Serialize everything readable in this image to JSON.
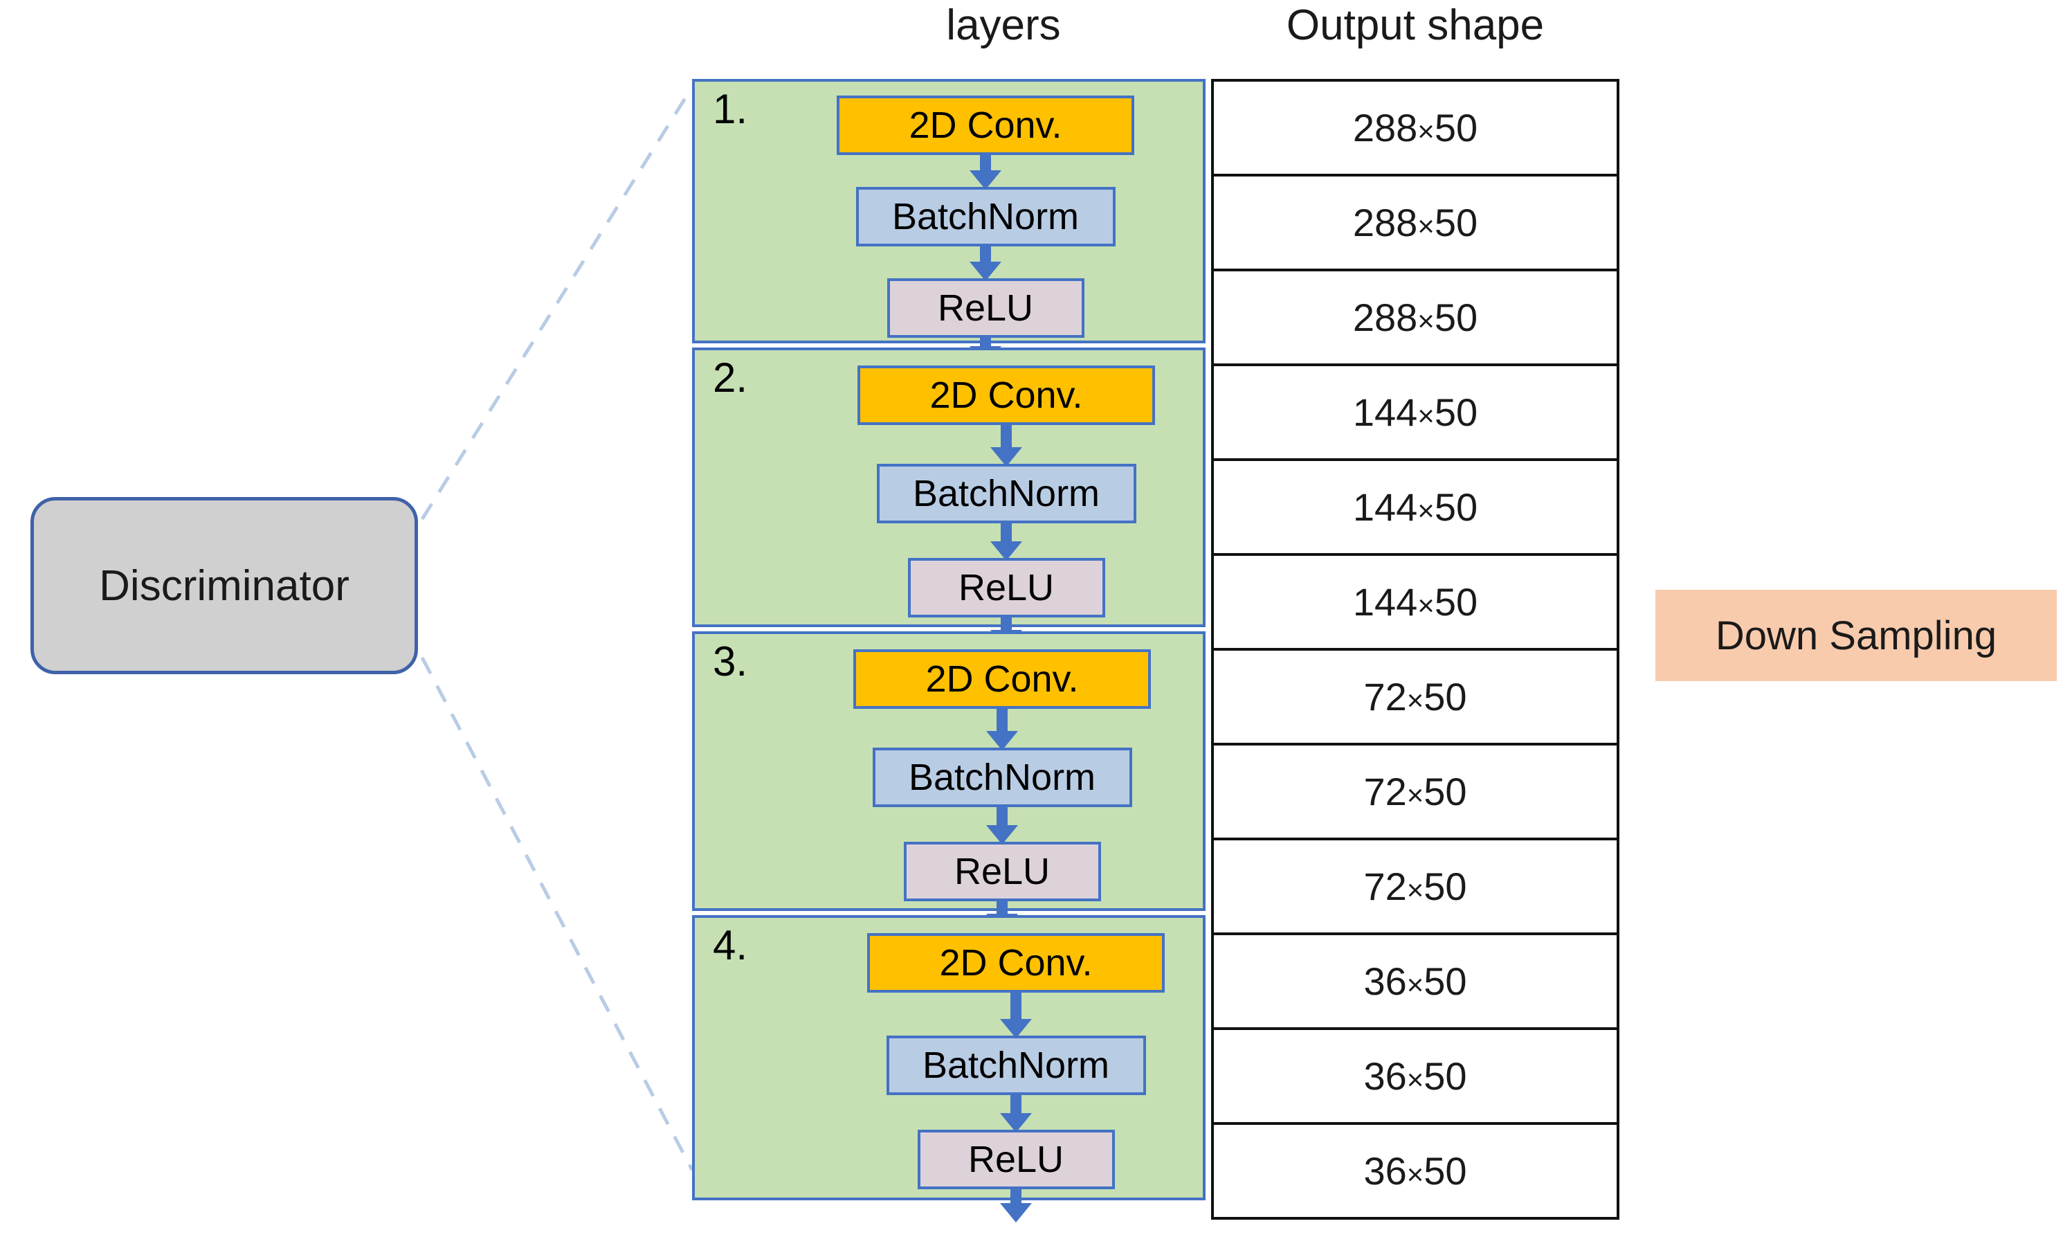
{
  "headers": {
    "layers": "layers",
    "output_shape": "Output shape"
  },
  "discriminator": {
    "label": "Discriminator",
    "fill_color": "#d0d0d0",
    "border_color": "#3f62a8"
  },
  "annotation": {
    "down_sampling": "Down Sampling",
    "fill_color": "#f8cbad"
  },
  "colors": {
    "block_fill": "#c6e0b4",
    "block_border": "#4472c4",
    "conv_fill": "#ffc000",
    "batchnorm_fill": "#b8cce4",
    "relu_fill": "#ddd2d9",
    "arrow": "#4472c4",
    "table_border": "#111111"
  },
  "blocks": [
    {
      "index": "1.",
      "nodes": [
        {
          "type": "conv",
          "label": "2D Conv."
        },
        {
          "type": "batchnorm",
          "label": "BatchNorm"
        },
        {
          "type": "relu",
          "label": "ReLU"
        }
      ]
    },
    {
      "index": "2.",
      "nodes": [
        {
          "type": "conv",
          "label": "2D Conv."
        },
        {
          "type": "batchnorm",
          "label": "BatchNorm"
        },
        {
          "type": "relu",
          "label": "ReLU"
        }
      ]
    },
    {
      "index": "3.",
      "nodes": [
        {
          "type": "conv",
          "label": "2D Conv."
        },
        {
          "type": "batchnorm",
          "label": "BatchNorm"
        },
        {
          "type": "relu",
          "label": "ReLU"
        }
      ]
    },
    {
      "index": "4.",
      "nodes": [
        {
          "type": "conv",
          "label": "2D Conv."
        },
        {
          "type": "batchnorm",
          "label": "BatchNorm"
        },
        {
          "type": "relu",
          "label": "ReLU"
        }
      ]
    }
  ],
  "output_shapes": [
    {
      "dim1": "288",
      "mult": "×",
      "dim2": "50"
    },
    {
      "dim1": "288",
      "mult": "×",
      "dim2": "50"
    },
    {
      "dim1": "288",
      "mult": "×",
      "dim2": "50"
    },
    {
      "dim1": "144",
      "mult": "×",
      "dim2": "50"
    },
    {
      "dim1": "144",
      "mult": "×",
      "dim2": "50"
    },
    {
      "dim1": "144",
      "mult": "×",
      "dim2": "50"
    },
    {
      "dim1": "72",
      "mult": "×",
      "dim2": "50"
    },
    {
      "dim1": "72",
      "mult": "×",
      "dim2": "50"
    },
    {
      "dim1": "72",
      "mult": "×",
      "dim2": "50"
    },
    {
      "dim1": "36",
      "mult": "×",
      "dim2": "50"
    },
    {
      "dim1": "36",
      "mult": "×",
      "dim2": "50"
    },
    {
      "dim1": "36",
      "mult": "×",
      "dim2": "50"
    }
  ]
}
